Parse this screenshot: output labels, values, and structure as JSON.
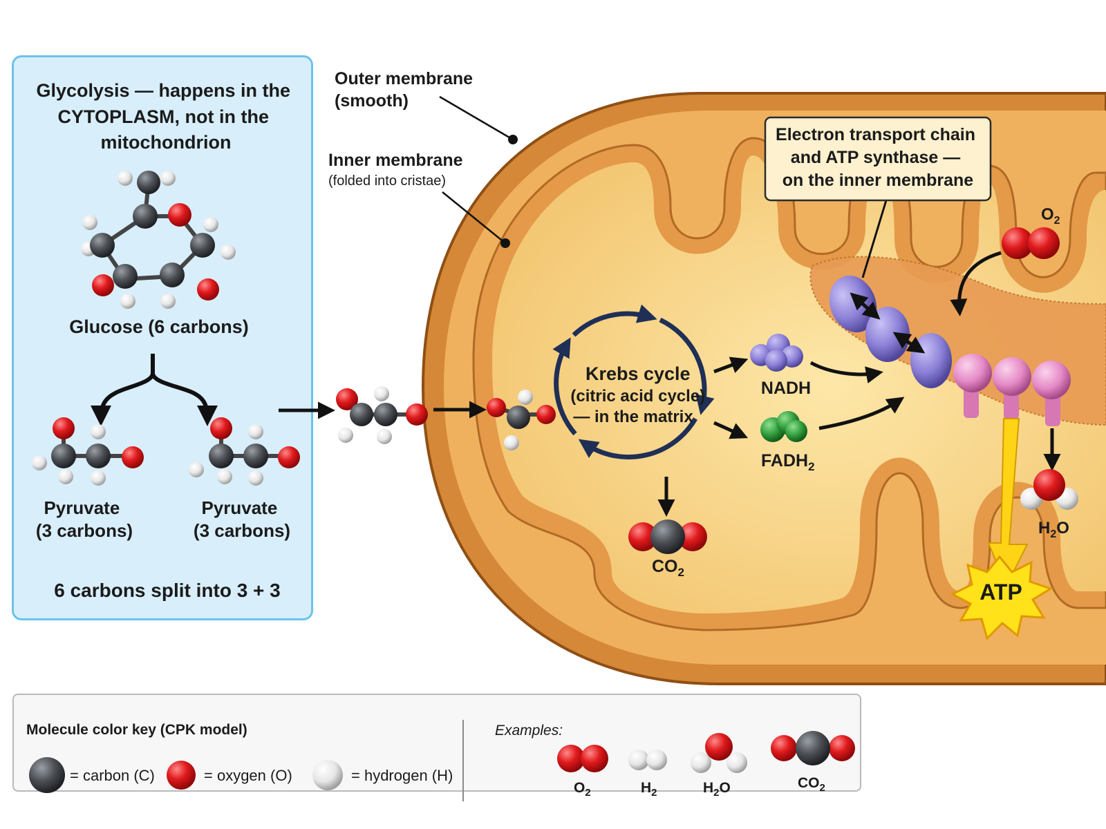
{
  "glycolysis": {
    "title_lines": [
      "Glycolysis — happens in the",
      "CYTOPLASM, not in the",
      "mitochondrion"
    ],
    "glucose_label": "Glucose (6 carbons)",
    "pyruvate_left": [
      "Pyruvate",
      "(3 carbons)"
    ],
    "pyruvate_right": [
      "Pyruvate",
      "(3 carbons)"
    ],
    "split_note": "6 carbons split into 3 + 3"
  },
  "mitochondrion": {
    "outer_membrane": [
      "Outer membrane",
      "(smooth)"
    ],
    "inner_membrane": [
      "Inner membrane",
      "(folded into cristae)"
    ],
    "etc_box": [
      "Electron transport chain",
      "and ATP synthase —",
      "on the inner membrane"
    ],
    "krebs": [
      "Krebs cycle",
      "(citric acid cycle)",
      "— in the matrix"
    ],
    "nadh": "NADH",
    "fadh2": {
      "base": "FADH",
      "sub": "2"
    },
    "co2": {
      "base": "CO",
      "sub": "2"
    },
    "o2": {
      "base": "O",
      "sub": "2"
    },
    "h2o": {
      "pre": "H",
      "sub": "2",
      "post": "O"
    },
    "atp": "ATP"
  },
  "key": {
    "title": "Molecule color key (CPK model)",
    "carbon": "= carbon (C)",
    "oxygen": "= oxygen (O)",
    "hydrogen": "= hydrogen (H)",
    "examples_label": "Examples:",
    "examples": [
      {
        "pre": "O",
        "sub": "2",
        "post": ""
      },
      {
        "pre": "H",
        "sub": "2",
        "post": ""
      },
      {
        "pre": "H",
        "sub": "2",
        "post": "O"
      },
      {
        "pre": "CO",
        "sub": "2",
        "post": ""
      }
    ]
  },
  "colors": {
    "carbon": "#4a4d52",
    "oxygen": "#d61518",
    "hydrogen": "#e9e9e9",
    "nadh": "#8a7fd6",
    "fadh2": "#2e9a3a",
    "atp_synthase": "#e58ac6",
    "atp_burst": "#ffe21a",
    "panel_blue": "#d8eefb",
    "krebs_arrows": "#1f2f56"
  }
}
